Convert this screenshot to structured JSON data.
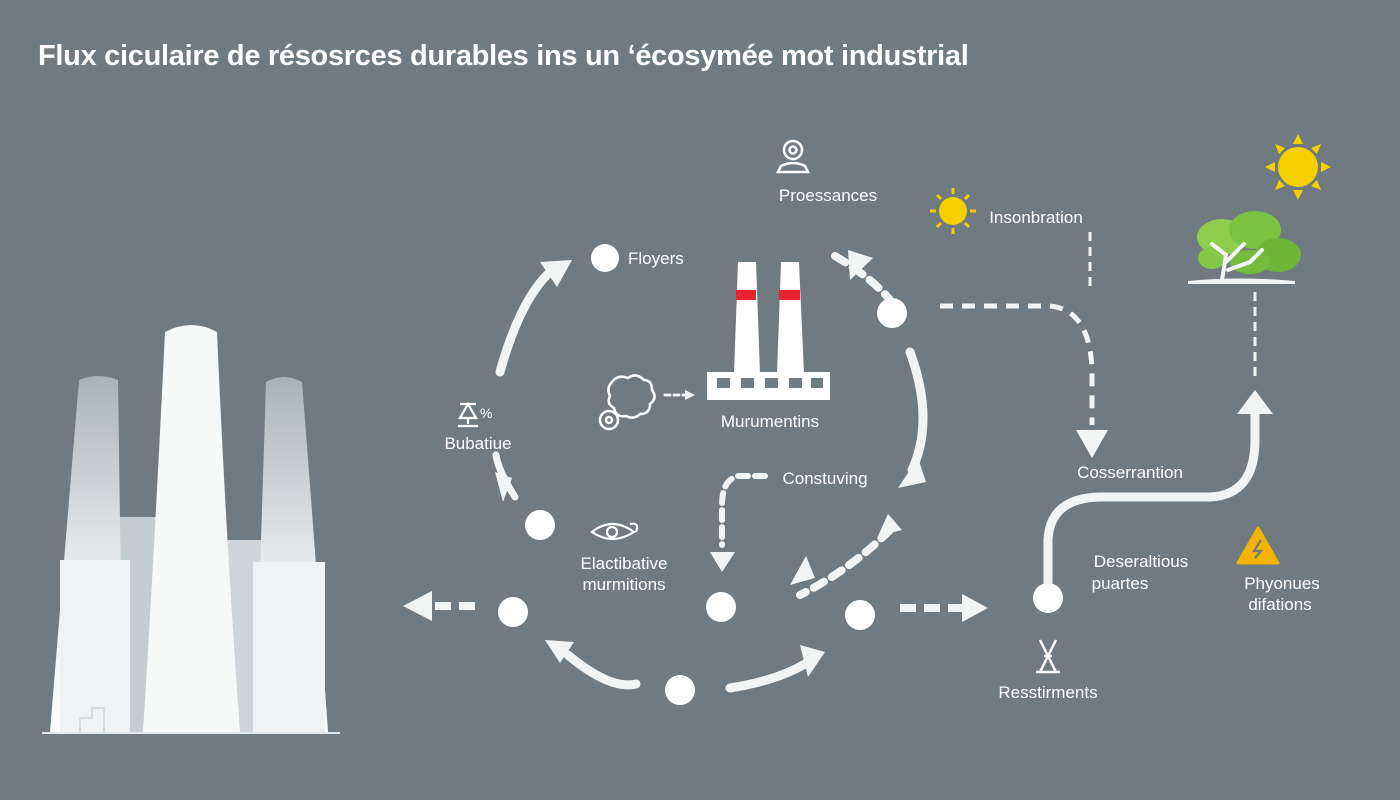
{
  "title": "Flux ciculaire de résosrces durables ins un ‘écosymée mot industrial",
  "labels": {
    "proessances": "Proessances",
    "floyers": "Floyers",
    "insonbration": "Insonbration",
    "murmentins": "Murumentins",
    "bubatiue": "Bubatiue",
    "construing": "Constuving",
    "elactibative_1": "Elactibative",
    "elactibative_2": "murmitions",
    "cosserration": "Cosserrantion",
    "deseraltious_1": "Deseraltious",
    "deseraltious_2": "puartes",
    "phyonues_1": "Phyonues",
    "phyonues_2": "difations",
    "resstirments": "Resstirments"
  },
  "colors": {
    "background": "#6f7b80",
    "flow": "#f2f4f4",
    "accent_red": "#e8252f",
    "sun": "#f5d000",
    "tree": "#7cc242",
    "warning": "#f2b400"
  },
  "icons": [
    "factory-icon",
    "person-pin-icon",
    "sun-icon",
    "tree-icon",
    "warning-icon",
    "gears-icon",
    "eye-icon",
    "tower-icon",
    "scale-icon",
    "cooling-towers-icon"
  ]
}
